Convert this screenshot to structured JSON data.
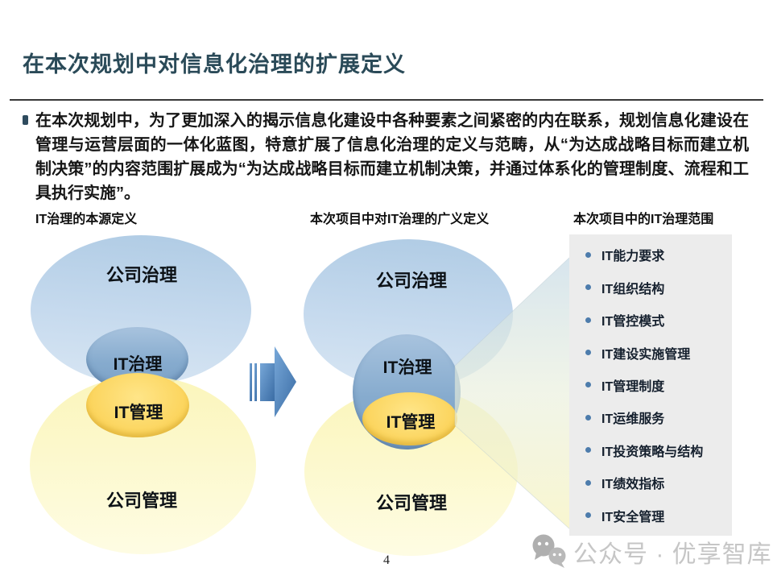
{
  "slide": {
    "title": "在本次规划中对信息化治理的扩展定义",
    "intro_text": "在本次规划中，为了更加深入的揭示信息化建设中各种要素之间紧密的内在联系，规划信息化建设在管理与运营层面的一体化蓝图，特意扩展了信息化治理的定义与范畴，从“为达成战略目标而建立机制决策”的内容范围扩展成为“为达成战略目标而建立机制决策，并通过体系化的管理制度、流程和工具执行实施”。",
    "page_number": "4"
  },
  "diagram_left": {
    "heading": "IT治理的本源定义",
    "corporate_governance": "公司治理",
    "it_governance": "IT治理",
    "it_management": "IT管理",
    "corporate_management": "公司管理"
  },
  "diagram_middle": {
    "heading": "本次项目中对IT治理的广义定义",
    "corporate_governance": "公司治理",
    "it_governance": "IT治理",
    "it_management": "IT管理",
    "corporate_management": "公司管理"
  },
  "scope_panel": {
    "heading": "本次项目中的IT治理范围",
    "items": [
      "IT能力要求",
      "IT组织结构",
      "IT管控模式",
      "IT建设实施管理",
      "IT管理制度",
      "IT运维服务",
      "IT投资策略与结构",
      "IT绩效指标",
      "IT安全管理"
    ]
  },
  "watermark": {
    "icon": "wechat-bubbles-icon",
    "text": "公众号 · 优享智库"
  },
  "colors": {
    "title_navy": "#2A4A58",
    "big_blue": "#BFD5EA",
    "small_blue": "#85AACD",
    "big_yellow": "#FCF8C7",
    "gold": "#FFD44F",
    "arrow_blue": "#4E87C4",
    "panel_gray": "#ECECEC",
    "bullet_blue": "#4D7CAC",
    "watermark_gray": "#C6C6C6"
  }
}
